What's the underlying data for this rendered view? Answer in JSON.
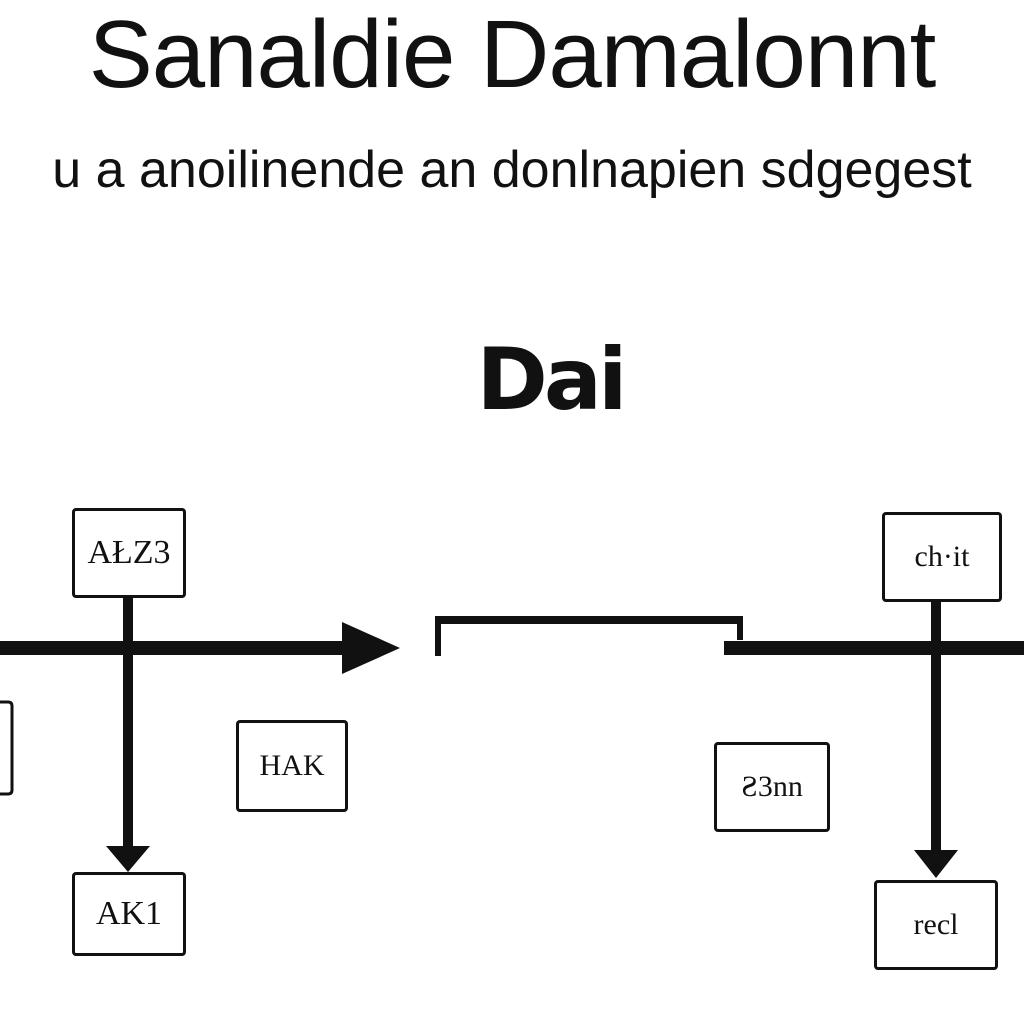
{
  "title": "Sanaldie Damalonnt",
  "subtitle": "u a anoilinende an donlnapien sdgegest",
  "heading": "Dai",
  "nodes": {
    "top_left": "AŁZ3",
    "left_bottom": "AK1",
    "middle_left": "HAK",
    "top_right": "ch·it",
    "middle_right": "Ƨ3nn",
    "right_bottom": "recl"
  }
}
